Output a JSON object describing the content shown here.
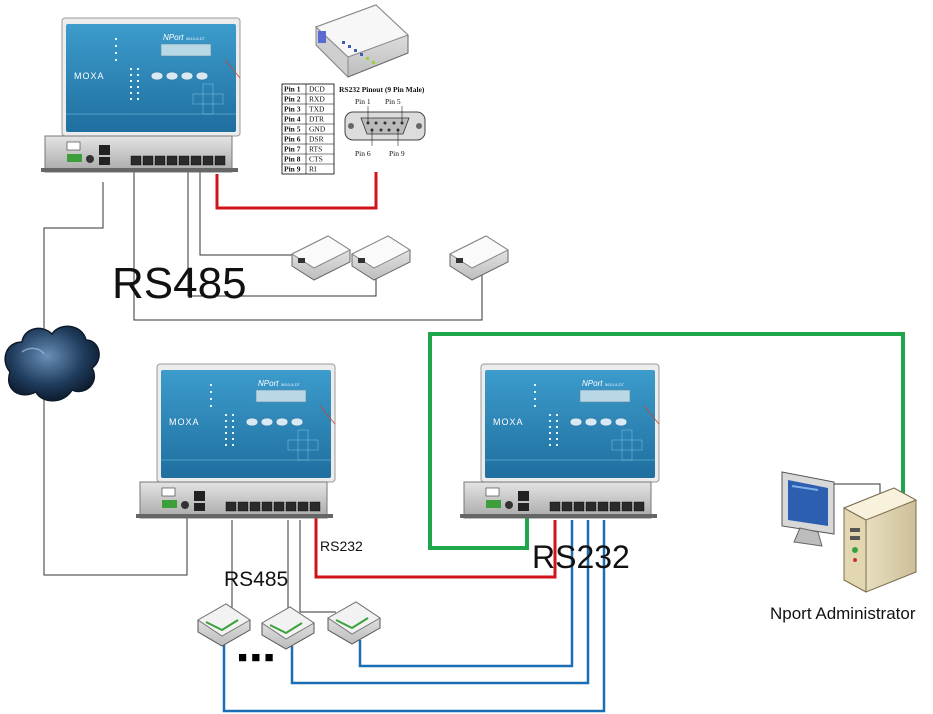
{
  "labels": {
    "rs485_top": "RS485",
    "rs485_bottom": "RS485",
    "rs232_small": "RS232",
    "rs232_large": "RS232",
    "admin": "Nport Administrator"
  },
  "device": {
    "brand": "MOXA",
    "model": "NPort",
    "submodel": "5610-8-DT"
  },
  "pinout": {
    "title": "RS232 Pinout (9 Pin Male)",
    "pin1": "Pin 1",
    "pin5": "Pin 5",
    "pin6": "Pin 6",
    "pin9": "Pin 9",
    "rows": [
      {
        "pin": "Pin 1",
        "signal": "DCD"
      },
      {
        "pin": "Pin 2",
        "signal": "RXD"
      },
      {
        "pin": "Pin 3",
        "signal": "TXD"
      },
      {
        "pin": "Pin 4",
        "signal": "DTR"
      },
      {
        "pin": "Pin 5",
        "signal": "GND"
      },
      {
        "pin": "Pin 6",
        "signal": "DSR"
      },
      {
        "pin": "Pin 7",
        "signal": "RTS"
      },
      {
        "pin": "Pin 8",
        "signal": "CTS"
      },
      {
        "pin": "Pin 9",
        "signal": "RI"
      }
    ]
  },
  "ellipsis": "■ ■ ■",
  "colors": {
    "rs232_line": "#d0141b",
    "lan_line": "#1fa64a",
    "rs485_line": "#1c6fb5",
    "wire": "#333333",
    "panel": "#2a86b8"
  }
}
